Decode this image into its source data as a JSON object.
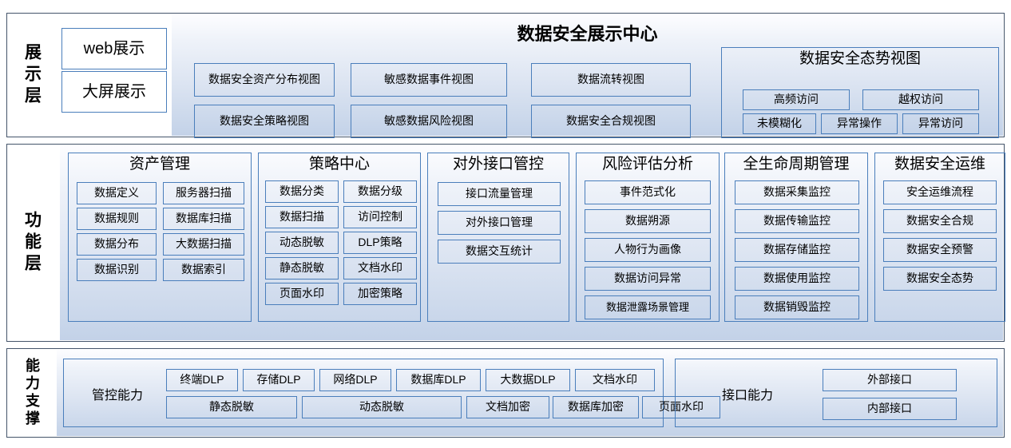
{
  "colors": {
    "frame_border": "#44546a",
    "box_border": "#4a7ebb",
    "panel_gradient_top": "#fdfdff",
    "panel_gradient_bottom": "#c3d2e8",
    "text": "#000000"
  },
  "display_layer": {
    "label": "展示层",
    "title": "数据安全展示中心",
    "channels": [
      {
        "label": "web展示"
      },
      {
        "label": "大屏展示"
      }
    ],
    "views_col1": [
      {
        "label": "数据安全资产分布视图"
      },
      {
        "label": "数据安全策略视图"
      }
    ],
    "views_col2": [
      {
        "label": "敏感数据事件视图"
      },
      {
        "label": "敏感数据风险视图"
      }
    ],
    "views_col3": [
      {
        "label": "数据流转视图"
      },
      {
        "label": "数据安全合规视图"
      }
    ],
    "situation": {
      "title": "数据安全态势视图",
      "row1": [
        {
          "label": "高频访问"
        },
        {
          "label": "越权访问"
        }
      ],
      "row2": [
        {
          "label": "未模糊化"
        },
        {
          "label": "异常操作"
        },
        {
          "label": "异常访问"
        }
      ]
    }
  },
  "function_layer": {
    "label": "功能层",
    "groups": [
      {
        "title": "资产管理",
        "layout": "two-column",
        "col_left": [
          {
            "label": "数据定义"
          },
          {
            "label": "数据规则"
          },
          {
            "label": "数据分布"
          },
          {
            "label": "数据识别"
          }
        ],
        "col_right": [
          {
            "label": "服务器扫描"
          },
          {
            "label": "数据库扫描"
          },
          {
            "label": "大数据扫描"
          },
          {
            "label": "数据索引"
          }
        ]
      },
      {
        "title": "策略中心",
        "layout": "two-column",
        "col_left": [
          {
            "label": "数据分类"
          },
          {
            "label": "数据扫描"
          },
          {
            "label": "动态脱敏"
          },
          {
            "label": "静态脱敏"
          },
          {
            "label": "页面水印"
          }
        ],
        "col_right": [
          {
            "label": "数据分级"
          },
          {
            "label": "访问控制"
          },
          {
            "label": "DLP策略"
          },
          {
            "label": "文档水印"
          },
          {
            "label": "加密策略"
          }
        ]
      },
      {
        "title": "对外接口管控",
        "layout": "single-column",
        "items": [
          {
            "label": "接口流量管理"
          },
          {
            "label": "对外接口管理"
          },
          {
            "label": "数据交互统计"
          }
        ]
      },
      {
        "title": "风险评估分析",
        "layout": "single-column",
        "items": [
          {
            "label": "事件范式化"
          },
          {
            "label": "数据朔源"
          },
          {
            "label": "人物行为画像"
          },
          {
            "label": "数据访问异常"
          },
          {
            "label": "数据泄露场景管理"
          }
        ]
      },
      {
        "title": "全生命周期管理",
        "layout": "single-column",
        "items": [
          {
            "label": "数据采集监控"
          },
          {
            "label": "数据传输监控"
          },
          {
            "label": "数据存储监控"
          },
          {
            "label": "数据使用监控"
          },
          {
            "label": "数据销毁监控"
          }
        ]
      },
      {
        "title": "数据安全运维",
        "layout": "single-column",
        "items": [
          {
            "label": "安全运维流程"
          },
          {
            "label": "数据安全合规"
          },
          {
            "label": "数据安全预警"
          },
          {
            "label": "数据安全态势"
          }
        ]
      }
    ]
  },
  "support_layer": {
    "label": "能力支撑",
    "control_capability": {
      "title": "管控能力",
      "row1": [
        {
          "label": "终端DLP"
        },
        {
          "label": "存储DLP"
        },
        {
          "label": "网络DLP"
        },
        {
          "label": "数据库DLP"
        },
        {
          "label": "大数据DLP"
        },
        {
          "label": "文档水印"
        }
      ],
      "row2": [
        {
          "label": "静态脱敏"
        },
        {
          "label": "动态脱敏"
        },
        {
          "label": "文档加密"
        },
        {
          "label": "数据库加密"
        },
        {
          "label": "页面水印"
        }
      ]
    },
    "interface_capability": {
      "title": "接口能力",
      "items": [
        {
          "label": "外部接口"
        },
        {
          "label": "内部接口"
        }
      ]
    }
  }
}
